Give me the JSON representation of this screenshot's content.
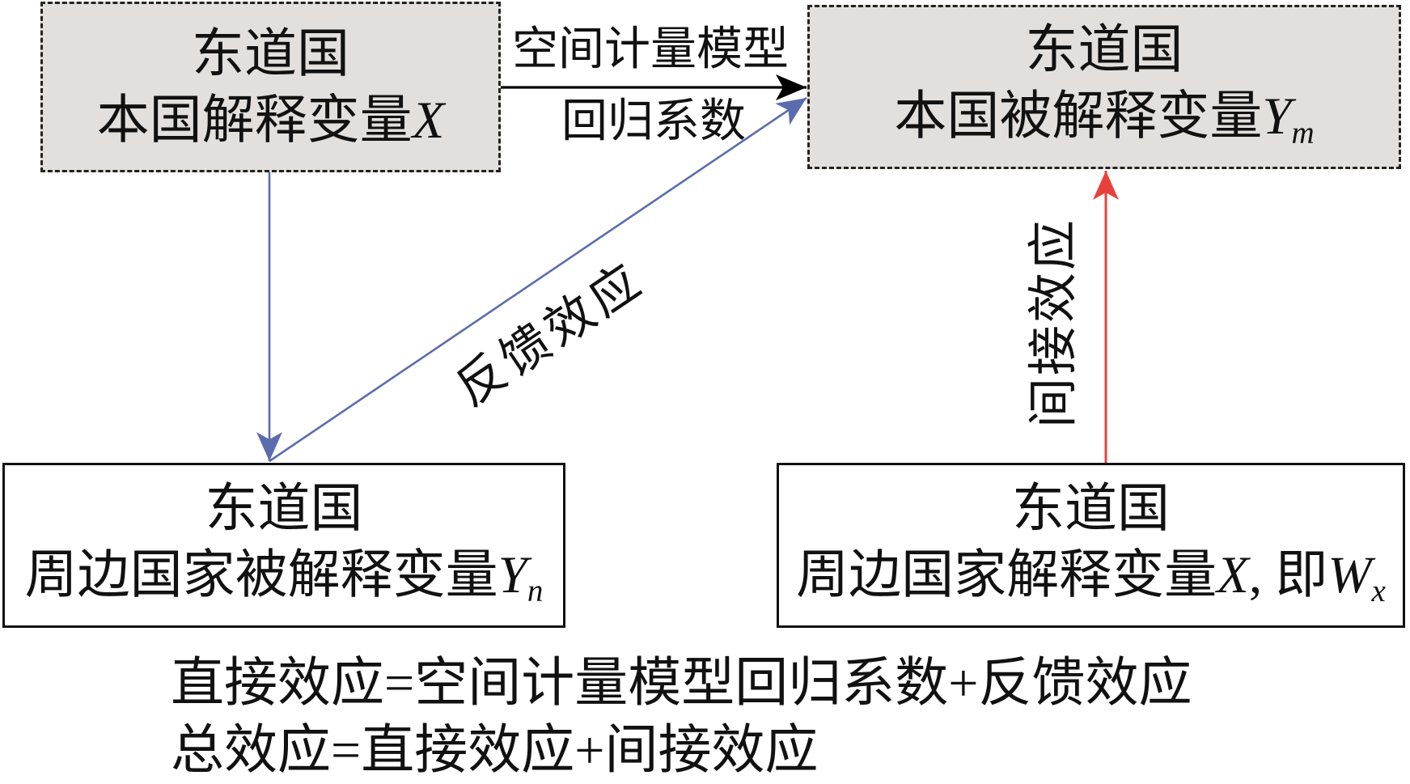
{
  "nodes": {
    "home_explanatory": {
      "line1": "东道国",
      "line2": "本国解释变量",
      "var": "X"
    },
    "home_dependent": {
      "line1": "东道国",
      "line2": "本国被解释变量",
      "var": "Y",
      "sub": "m"
    },
    "neighbor_dependent": {
      "line1": "东道国",
      "line2": "周边国家被解释变量",
      "var": "Y",
      "sub": "n"
    },
    "neighbor_explanatory": {
      "line1": "东道国",
      "line2": "周边国家解释变量",
      "var": "X",
      "sep": ", 即",
      "var2": "W",
      "sub": "x"
    }
  },
  "edges": {
    "regression": {
      "label_top": "空间计量模型",
      "label_bottom": "回归系数",
      "color": "#000000"
    },
    "x_to_neighbor_y": {
      "color": "#5b6cae"
    },
    "feedback": {
      "label": "反馈效应",
      "color": "#5b6cae"
    },
    "indirect": {
      "label": "间接效应",
      "color": "#e8413b"
    }
  },
  "formulas": [
    "直接效应=空间计量模型回归系数+反馈效应",
    "总效应=直接效应+间接效应"
  ],
  "colors": {
    "home_box_fill": "#e3dfdc",
    "neighbor_box_fill": "#ffffff",
    "text": "#111111"
  }
}
